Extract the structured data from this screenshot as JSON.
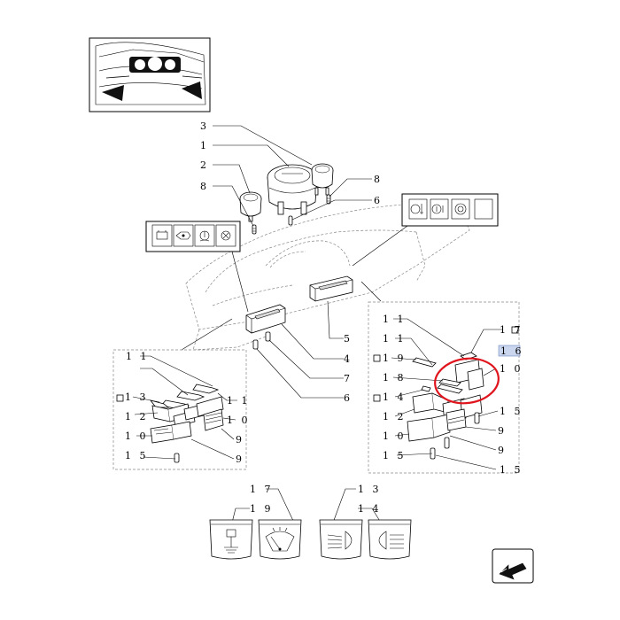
{
  "callouts": {
    "c3": "3",
    "c1": "1",
    "c2": "2",
    "c8a": "8",
    "c8b": "8",
    "c6a": "6",
    "c5": "5",
    "c4": "4",
    "c7": "7",
    "c6b": "6",
    "l11a": "1 1",
    "l13": "1 3",
    "l12": "1 2",
    "l10": "1 0",
    "l15": "1 5",
    "l11b": "1 1",
    "l10b": "1 0",
    "l9a": "9",
    "l9b": "9",
    "r11a": "1 1",
    "r11b": "1 1",
    "r19": "1 9",
    "r18": "1 8",
    "r14": "1 4",
    "r12": "1 2",
    "r10": "1 0",
    "r15": "1 5",
    "r17": "1 7",
    "r16": "1 6",
    "r10b": "1 0",
    "r15b": "1 5",
    "r9a": "9",
    "r9b": "9",
    "r15c": "1 5",
    "b17": "1 7",
    "b19": "1 9",
    "b13": "1 3",
    "b14": "1 4"
  },
  "highlight_color": "#e0141c",
  "accent_color": "#c9d6ee",
  "icons": [
    "battery-icon",
    "oil-pressure-icon",
    "coolant-temp-icon",
    "air-filter-icon",
    "oil-temp-icon",
    "fuel-icon",
    "brake-icon",
    "hazard-icon",
    "work-light-icon",
    "wiper-icon",
    "low-beam-icon",
    "high-beam-icon",
    "next-page-arrow-icon"
  ]
}
